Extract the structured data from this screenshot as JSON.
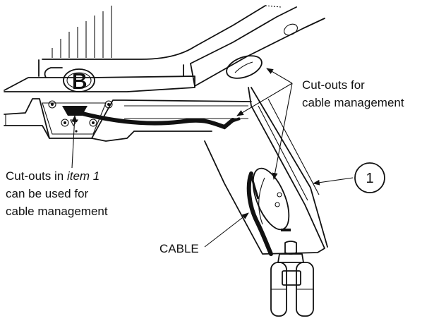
{
  "labels": {
    "cutouts_right_line1": "Cut-outs for",
    "cutouts_right_line2": "cable management",
    "cutouts_item_prefix": "Cut-outs in ",
    "cutouts_item_ref": "item 1",
    "cutouts_item_line2": "can be used for",
    "cutouts_item_line3": "cable management",
    "cable": "CABLE",
    "callout_number": "1"
  },
  "colors": {
    "ink": "#111111",
    "background": "#ffffff"
  },
  "icons": {
    "brand_logo": "b-logo-emblem"
  }
}
